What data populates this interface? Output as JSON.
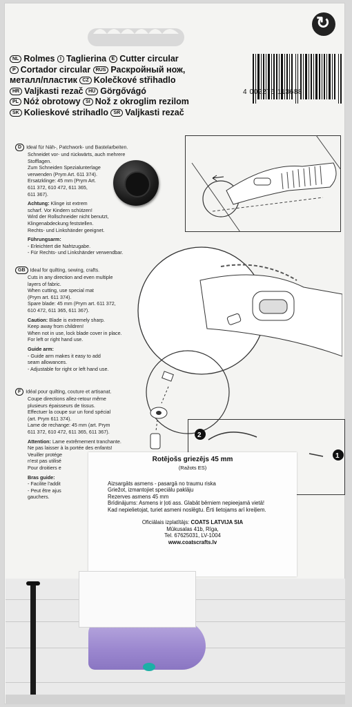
{
  "package": {
    "titles": [
      {
        "badge": "NL",
        "text": "Rolmes"
      },
      {
        "badge": "I",
        "text": "Taglierina"
      },
      {
        "badge": "E",
        "text": "Cutter circular"
      },
      {
        "badge": "P",
        "text": "Cortador circular"
      },
      {
        "badge": "RUS",
        "text": "Раскройный нож,"
      },
      {
        "badge": "",
        "text": "металл/пластик"
      },
      {
        "badge": "CZ",
        "text": "Kolečkové střihadlo"
      },
      {
        "badge": "HR",
        "text": "Valjkasti rezač"
      },
      {
        "badge": "HU",
        "text": "Görgővágó"
      },
      {
        "badge": "PL",
        "text": "Nóż obrotowy"
      },
      {
        "badge": "SI",
        "text": "Nož z okroglim rezilom"
      },
      {
        "badge": "SK",
        "text": "Kolieskové strihadlo"
      },
      {
        "badge": "SR",
        "text": "Valjkasti rezač"
      }
    ],
    "barcode_number": "4 002276 113688",
    "instructions_de": {
      "badge": "D",
      "lines": [
        "Ideal für Näh-, Patchwork- und Bastelarbeiten.",
        "Schneidet vor- und rückwärts, auch mehrere",
        "Stofflagen.",
        "Zum Schneiden Spezialunterlage",
        "verwenden (Prym Art. 611 374).",
        "Ersatzklinge: 45 mm (Prym Art.",
        "611 372, 610 472, 611 365,",
        "611 367)."
      ],
      "warning_title": "Achtung:",
      "warning_lines": [
        "Klinge ist extrem",
        "scharf. Vor Kindern schützen!",
        "Wird der Rollschneider nicht benutzt,",
        "Klingenabdeckung feststellen.",
        "Rechts- und Linkshänder geeignet."
      ],
      "arm_title": "Führungsarm:",
      "arm_lines": [
        "- Erleichtert die Nahtzugabe.",
        "- Für Rechts- und Linkshänder verwendbar."
      ]
    },
    "instructions_gb": {
      "badge": "GB",
      "lines": [
        "Ideal for quilting, sewing, crafts.",
        "Cuts in any direction and even multiple",
        "layers of fabric.",
        "When cutting, use special mat",
        "(Prym art. 611 374).",
        "Spare blade: 45 mm (Prym art. 611 372,",
        "610 472, 611 365, 611 367)."
      ],
      "warning_title": "Caution:",
      "warning_lines": [
        "Blade is extremely sharp.",
        "Keep away from children!",
        "When not in use, lock blade cover in place.",
        "For left or right hand use."
      ],
      "arm_title": "Guide arm:",
      "arm_lines": [
        "- Guide arm makes it easy to add",
        "  seam allowances.",
        "- Adjustable for right or left hand use."
      ]
    },
    "instructions_fr": {
      "badge": "F",
      "lines": [
        "Idéal pour quilting, couture et artisanat.",
        "Coupe directions allez-retour même",
        "plusieurs épaisseurs de tissus.",
        "Effectuer la coupe sur un fond spécial",
        "(art. Prym 611 374).",
        "Lame de rechange: 45 mm (art. Prym",
        "611 372, 610 472, 611 365, 611 367)."
      ],
      "warning_title": "Attention:",
      "warning_lines": [
        "Lame extrêmement tranchante.",
        "Ne pas laisser à la portée des enfants!",
        "Veuiller protége",
        "n'est pas utilisé",
        "Pour droitiers e"
      ],
      "arm_title": "Bras guide:",
      "arm_lines": [
        "- Facilite l'addit",
        "- Peut être ajus",
        "  gauchers."
      ]
    },
    "step_labels": [
      "2",
      "1"
    ]
  },
  "sticker": {
    "title": "Rotējošs griezējs 45 mm",
    "origin": "(Ražots ES)",
    "lines": [
      "Aizsargāts asmens - pasargā no traumu riska",
      "Griežot, izmantojiet speciālu paklāju",
      "Rezerves asmens 45 mm",
      "Brīdinājums: Asmens ir ļoti ass. Glabāt bērniem nepieejamā vietā!",
      "Kad nepielietojat, turiet asmeni noslēgtu.  Ērti lietojams arī kreiļiem."
    ],
    "importer_label": "Oficiālais izplatītājs:",
    "importer_name": "COATS LATVIJA SIA",
    "address": "Mūkusalas 41b, Rīga,",
    "phone": "Tel. 67625031, LV-1004",
    "website": "www.coatscrafts.lv"
  },
  "colors": {
    "handle": "#9b87cf",
    "accent_dot": "#1bb0a6",
    "card": "#f4f4f2"
  }
}
